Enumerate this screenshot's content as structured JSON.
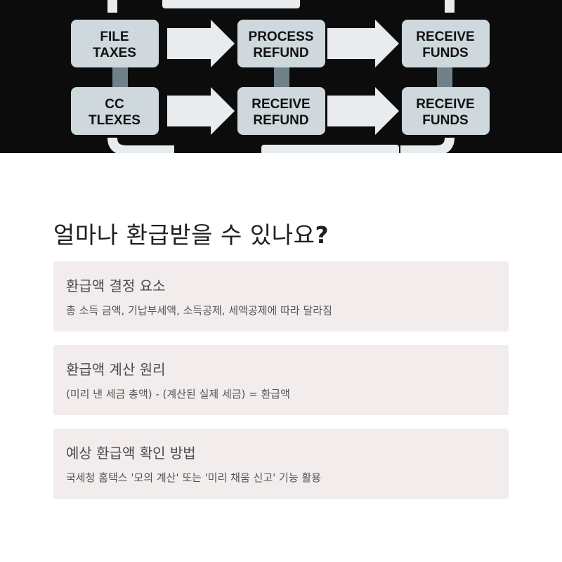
{
  "flowchart": {
    "boxes": [
      {
        "line1": "FILE",
        "line2": "TAXES"
      },
      {
        "line1": "PROCESS",
        "line2": "REFUND"
      },
      {
        "line1": "RECEIVE",
        "line2": "FUNDS"
      },
      {
        "line1": "CC",
        "line2": "TLEXES"
      },
      {
        "line1": "RECEIVE",
        "line2": "REFUND"
      },
      {
        "line1": "RECEIVE",
        "line2": "FUNDS"
      }
    ]
  },
  "section": {
    "heading": "얼마나 환급받을 수 있나요",
    "heading_mark": "?"
  },
  "cards": [
    {
      "title": "환급액 결정 요소",
      "desc": "총 소득 금액, 기납부세액, 소득공제, 세액공제에 따라 달라짐"
    },
    {
      "title": "환급액 계산 원리",
      "desc": "(미리 낸 세금 총액) - (계산된 실제 세금) = 환급액"
    },
    {
      "title": "예상 환급액 확인 방법",
      "desc": "국세청 홈택스 '모의 계산' 또는 '미리 채움 신고' 기능 활용"
    }
  ],
  "colors": {
    "hero_bg": "#0c0c0c",
    "box_fill": "#cfd8dc",
    "arrow_fill": "#e8ecef",
    "connector": "#6f8088",
    "card_bg": "#f2ecec"
  }
}
